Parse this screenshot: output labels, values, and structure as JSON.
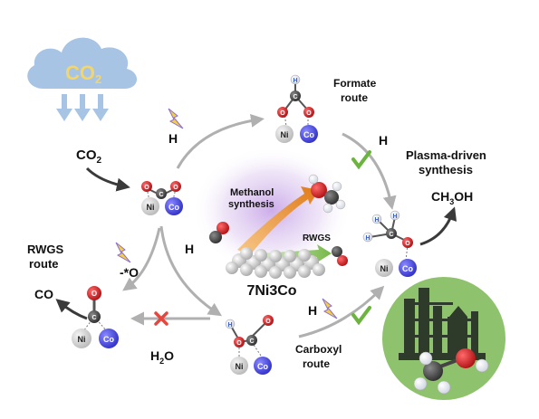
{
  "cloud": {
    "formula_main": "CO",
    "formula_sub": "2"
  },
  "co2_label": {
    "main": "CO",
    "sub": "2"
  },
  "h_labels": {
    "top": "H",
    "formate": "H",
    "center": "H",
    "bottom": "H"
  },
  "formate_route": {
    "line1": "Formate",
    "line2": "route"
  },
  "plasma": {
    "line1": "Plasma-driven",
    "line2": "synthesis"
  },
  "methanol_product": {
    "pre": "CH",
    "sub": "3",
    "post": "OH"
  },
  "rwgs_route": {
    "line1": "RWGS",
    "line2": "route"
  },
  "minus_o": "-*O",
  "co_product": "CO",
  "water": {
    "pre": "H",
    "sub": "2",
    "post": "O"
  },
  "carboxyl_route": {
    "line1": "Carboxyl",
    "line2": "route"
  },
  "center": {
    "methanol_synthesis_line1": "Methanol",
    "methanol_synthesis_line2": "synthesis",
    "rwgs": "RWGS",
    "catalyst": "7Ni3Co"
  },
  "atoms": {
    "ni": "Ni",
    "co": "Co",
    "o": "O",
    "c": "C",
    "h": "H"
  },
  "colors": {
    "oxygen": "#d4171b",
    "carbon": "#4a4a4a",
    "hydrogen": "#3b5fc4",
    "nickel": "#d9d9d9",
    "cobalt": "#5555e8",
    "arrow": "#b0b0b0",
    "check": "#6cb33f",
    "cross": "#e5473f",
    "cloud": "#a8c4e4",
    "cloud_text": "#f2d56b",
    "plant_bg": "#8fc26d"
  }
}
